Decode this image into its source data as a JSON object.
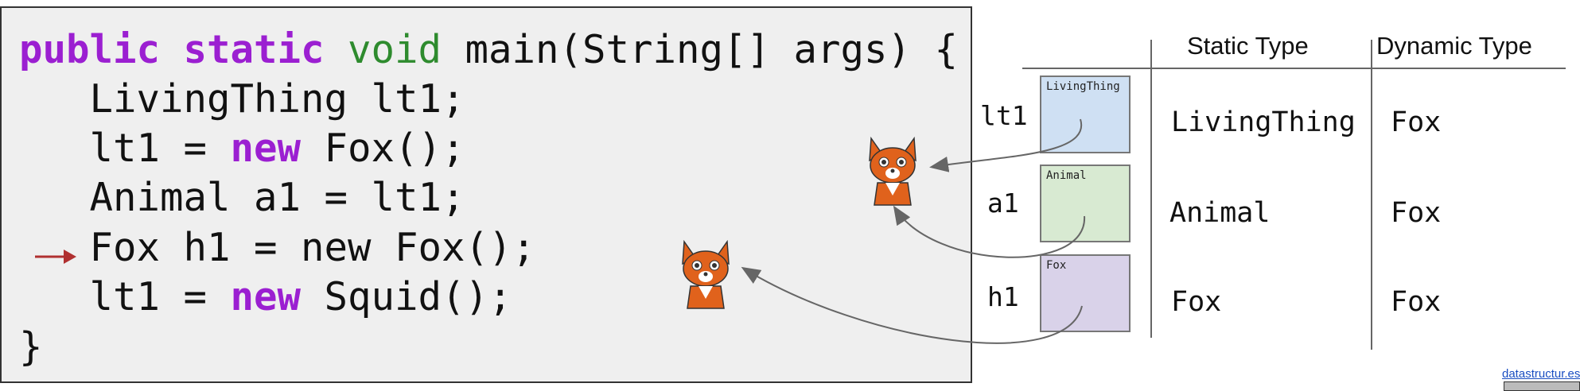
{
  "code": {
    "lines": [
      {
        "segments": [
          {
            "text": "public static",
            "cls": "kw-purple"
          },
          {
            "text": " "
          },
          {
            "text": "void",
            "cls": "kw-green"
          },
          {
            "text": " main(String[] args) {"
          }
        ]
      },
      {
        "segments": [
          {
            "text": "   LivingThing lt1;"
          }
        ]
      },
      {
        "segments": [
          {
            "text": "   lt1 = "
          },
          {
            "text": "new",
            "cls": "kw-purple"
          },
          {
            "text": " Fox();"
          }
        ]
      },
      {
        "segments": [
          {
            "text": "   Animal a1 = lt1;"
          }
        ]
      },
      {
        "segments": [
          {
            "text": "   Fox h1 = new Fox();"
          }
        ]
      },
      {
        "segments": [
          {
            "text": "   lt1 = "
          },
          {
            "text": "new",
            "cls": "kw-purple"
          },
          {
            "text": " Squid();"
          }
        ]
      },
      {
        "segments": [
          {
            "text": "}"
          }
        ]
      }
    ],
    "current_line_index": 4
  },
  "table": {
    "headers": {
      "static": "Static Type",
      "dynamic": "Dynamic Type"
    },
    "rows": [
      {
        "var": "lt1",
        "box_label": "LivingThing",
        "box_color": "#cfe0f3",
        "static": "LivingThing",
        "dynamic": "Fox"
      },
      {
        "var": "a1",
        "box_label": "Animal",
        "box_color": "#d8ead2",
        "static": "Animal",
        "dynamic": "Fox"
      },
      {
        "var": "h1",
        "box_label": "Fox",
        "box_color": "#d9d2e9",
        "static": "Fox",
        "dynamic": "Fox"
      }
    ]
  },
  "footer": {
    "link_text": "datastructur.es"
  },
  "colors": {
    "arrow": "#666666",
    "marker": "#b03030",
    "fox_orange": "#e0621c"
  },
  "icons": {
    "pointer": "fox-icon",
    "current_line": "arrow-right-icon"
  }
}
